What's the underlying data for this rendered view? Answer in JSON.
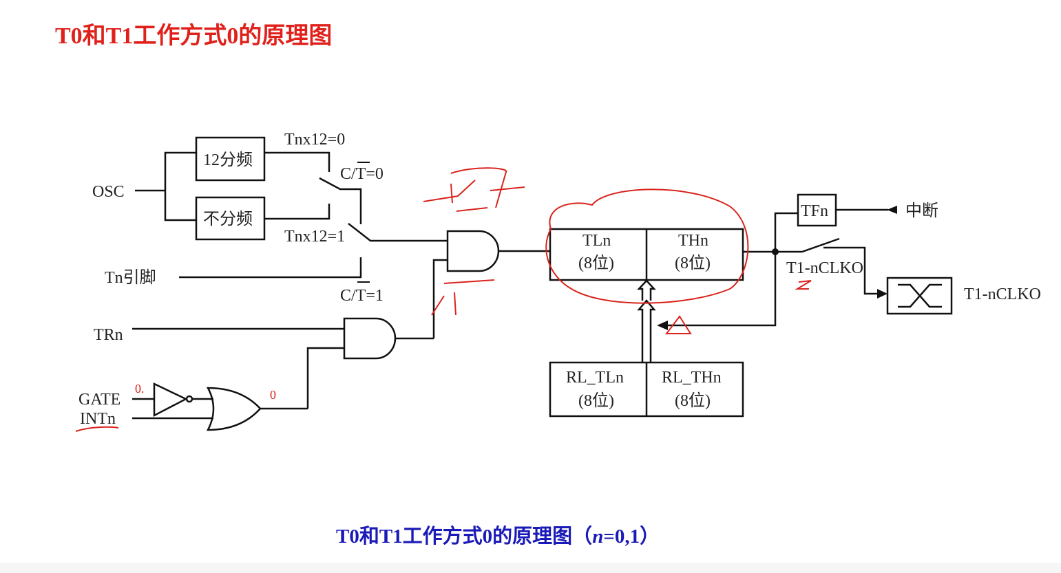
{
  "title": "T0和T1工作方式0的原理图",
  "caption": {
    "text_prefix": "T0和T1工作方式0的原理图（",
    "italic_n": "n",
    "text_suffix": "=0,1）"
  },
  "inputs": {
    "osc": "OSC",
    "tn_pin": "Tn引脚",
    "trn": "TRn",
    "gate": "GATE",
    "intn": "INTn"
  },
  "prescaler": {
    "div12": "12分频",
    "nodiv": "不分频"
  },
  "switch_labels": {
    "tnx12_0": "Tnx12=0",
    "tnx12_1": "Tnx12=1",
    "ct_0": "C/T=0",
    "ct_1": "C/T=1"
  },
  "registers": {
    "tln": "TLn",
    "thn": "THn",
    "width": "(8位)",
    "rl_tln": "RL_TLn",
    "rl_thn": "RL_THn"
  },
  "outputs": {
    "tfn": "TFn",
    "interrupt": "中断",
    "clko_switch": "T1-nCLKO",
    "clko_out": "T1-nCLKO"
  },
  "annotations": {
    "gate_value": "0.",
    "or_output_value": "0",
    "color": "#d9231c"
  },
  "colors": {
    "title": "#e0201a",
    "caption": "#1a1ab8",
    "line": "#111111"
  }
}
